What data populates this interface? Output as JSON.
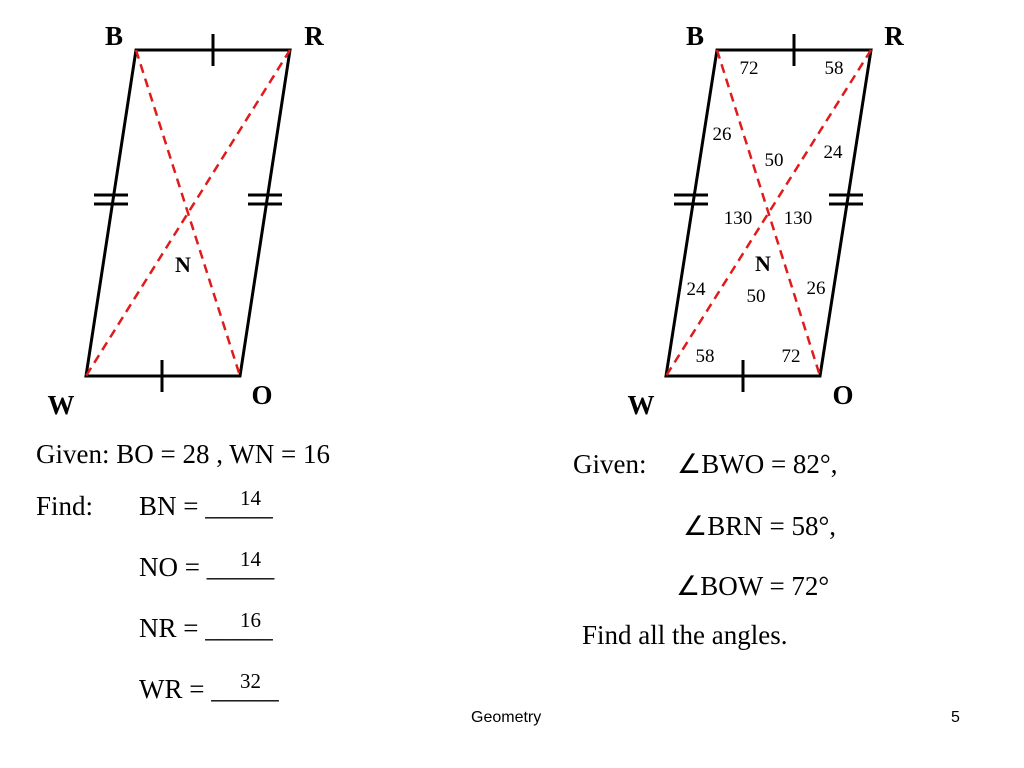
{
  "colors": {
    "outline": "#000000",
    "diagonal": "#e01b1b",
    "background": "#ffffff"
  },
  "left_figure": {
    "vertex_labels": {
      "b": "B",
      "r": "R",
      "w": "W",
      "o": "O",
      "n": "N"
    }
  },
  "right_figure": {
    "vertex_labels": {
      "b": "B",
      "r": "R",
      "w": "W",
      "o": "O",
      "n": "N"
    },
    "angles": {
      "b_top": "72",
      "r_top": "58",
      "b_side": "26",
      "r_side": "24",
      "center_top": "50",
      "center_left": "130",
      "center_right": "130",
      "center_bottom": "50",
      "w_side": "24",
      "o_side": "26",
      "w_bottom": "58",
      "o_bottom": "72"
    }
  },
  "problem_left": {
    "given_line": "Given: BO = 28 , WN = 16",
    "find_label": "Find:",
    "rows": [
      {
        "label": "BN = _____",
        "answer": "14"
      },
      {
        "label": "NO = _____",
        "answer": "14"
      },
      {
        "label": "NR = _____",
        "answer": "16"
      },
      {
        "label": "WR = _____",
        "answer": "32"
      }
    ]
  },
  "problem_right": {
    "given_label": "Given:",
    "lines": [
      "∠BWO = 82°,",
      "∠BRN = 58°,",
      "∠BOW = 72°"
    ],
    "find_line": "Find all the angles."
  },
  "footer": {
    "course": "Geometry",
    "page_number": "5"
  }
}
